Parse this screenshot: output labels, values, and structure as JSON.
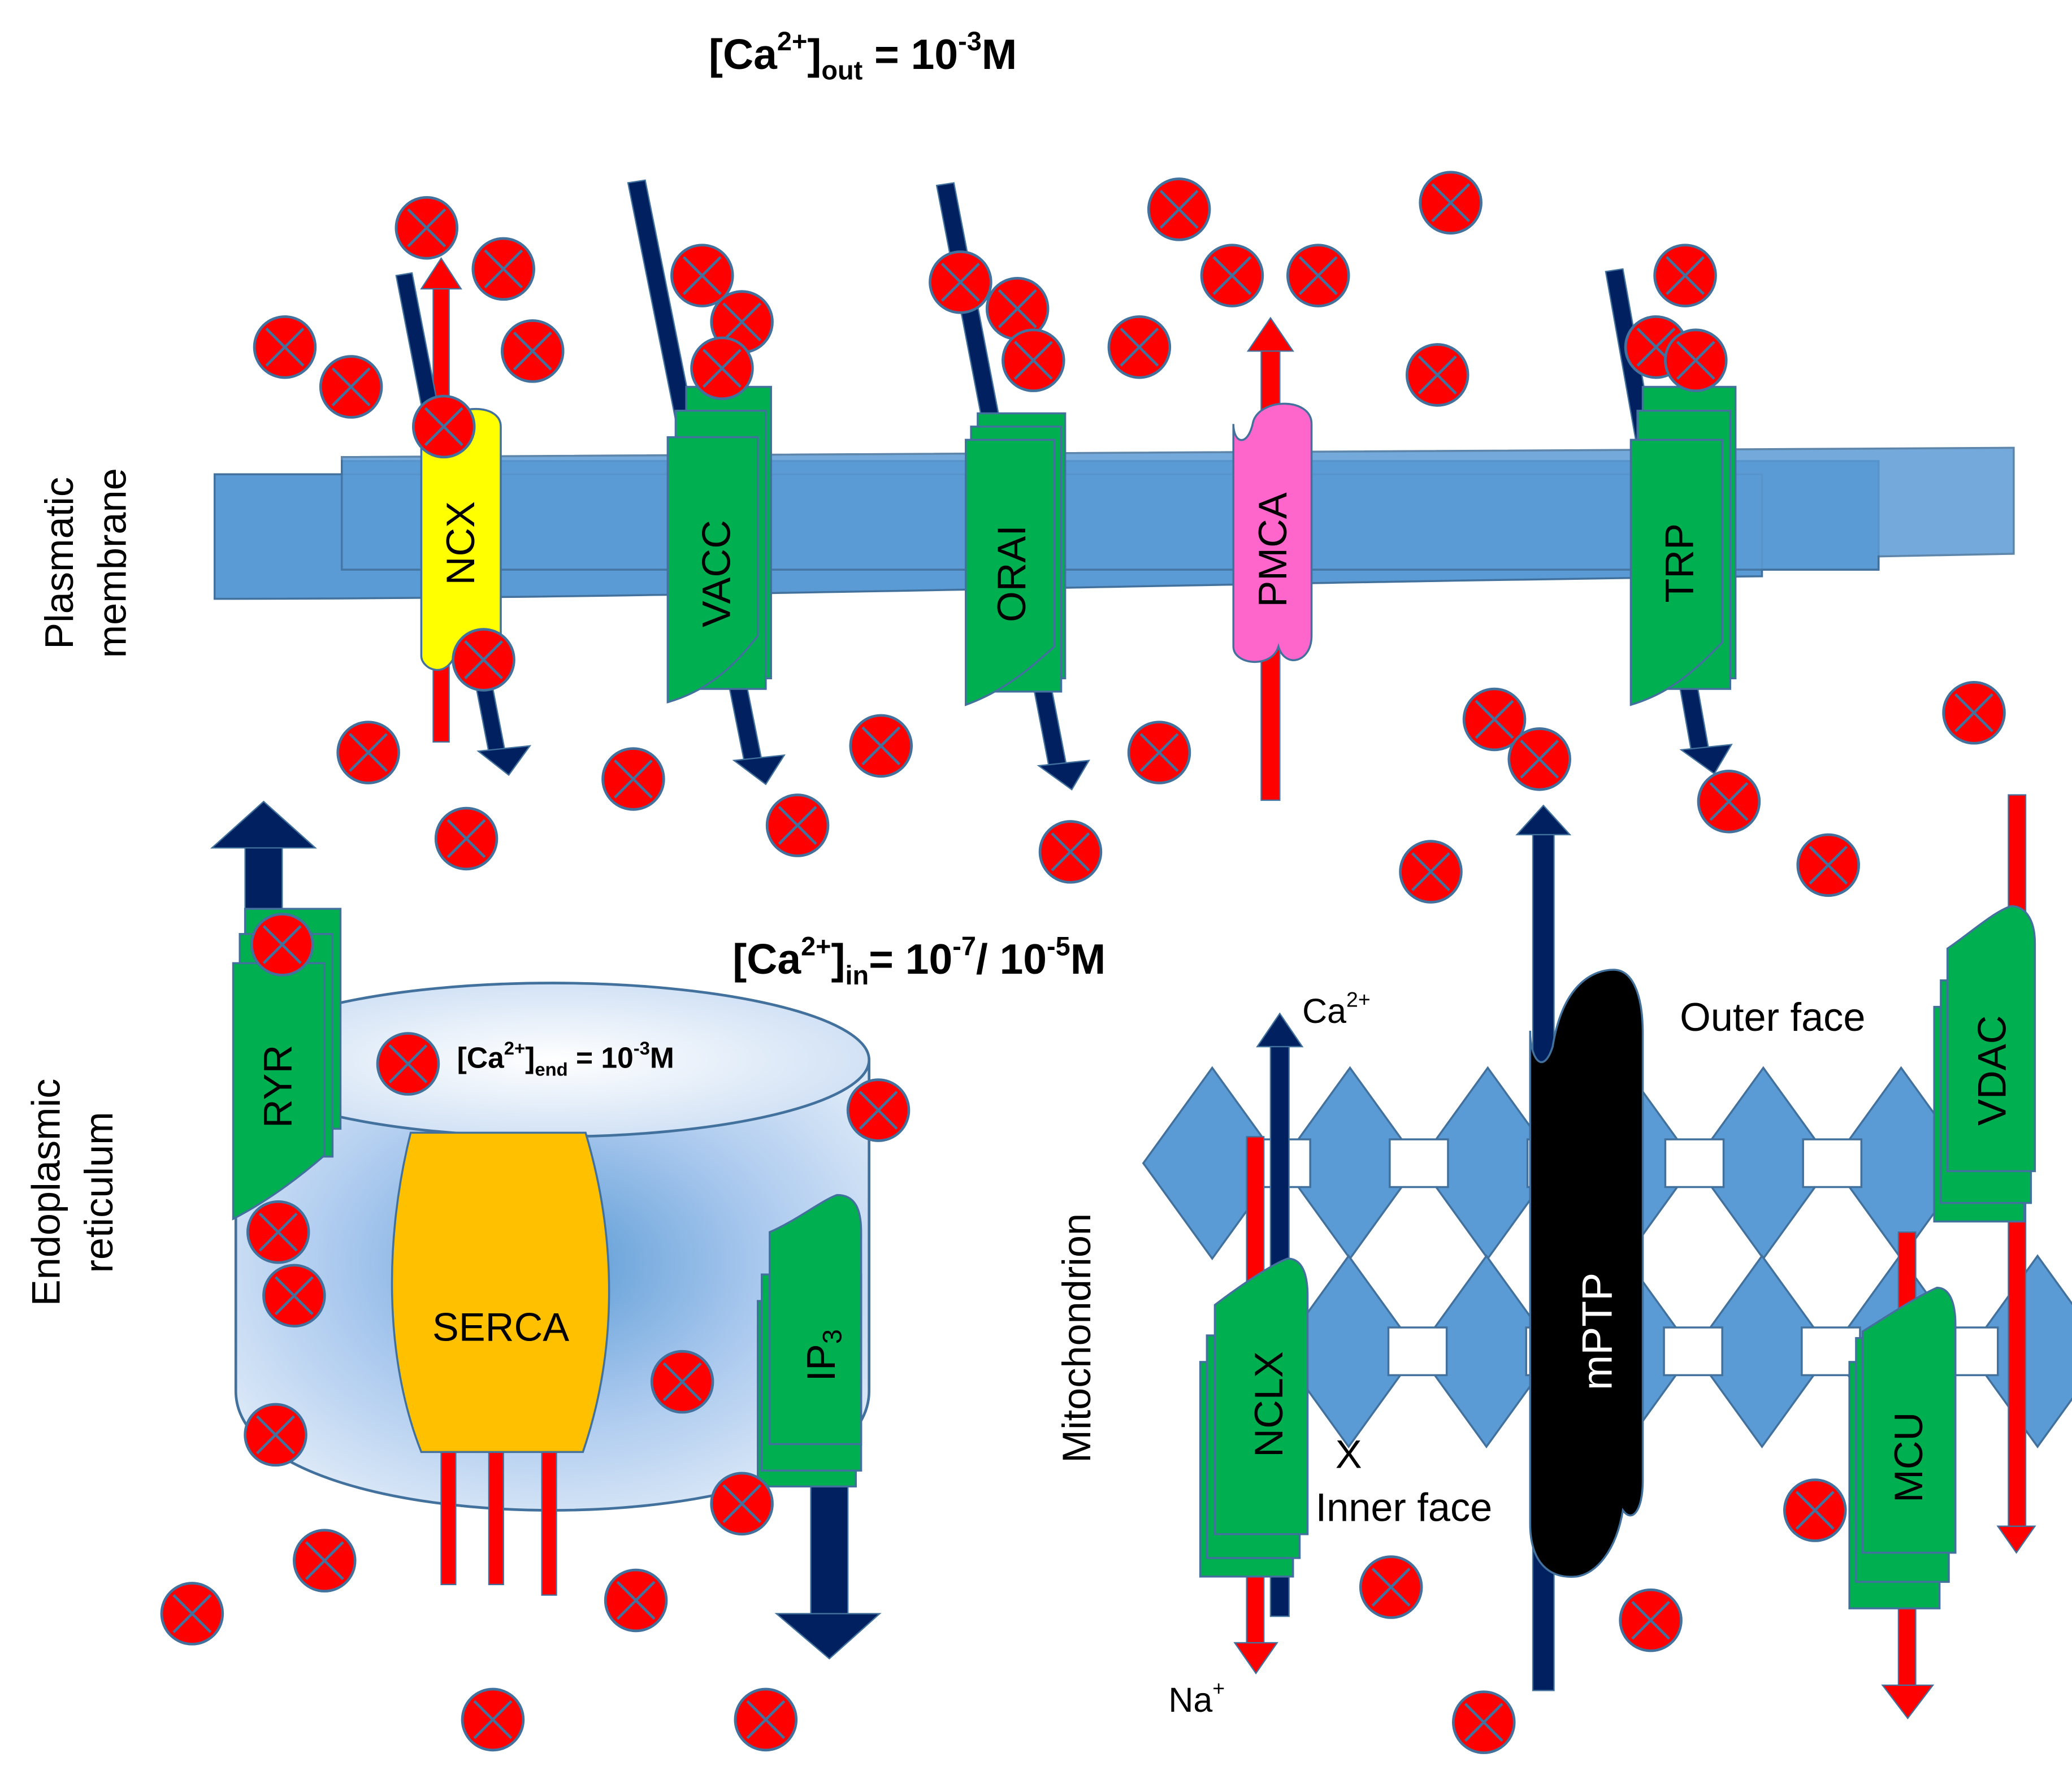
{
  "concentration_labels": {
    "out": {
      "base": "[Ca",
      "sup": "2+",
      "bracket": "]",
      "sub": "out",
      "value": " = 10",
      "exp": "-3",
      "unit": "M"
    },
    "in": {
      "base": "[Ca",
      "sup": "2+",
      "bracket": "]",
      "sub": "in",
      "value": "= 10",
      "exp": "-7",
      "mid": "/ 10",
      "exp2": "-5",
      "unit": "M"
    },
    "end": {
      "base": "[Ca",
      "sup": "2+",
      "bracket": "]",
      "sub": "end",
      "value": " = 10",
      "exp": "-3",
      "unit": "M"
    }
  },
  "compartments": {
    "plasma_membrane": [
      "Plasmatic",
      "membrane"
    ],
    "endoplasmic_reticulum": [
      "Endoplasmic",
      "reticulum"
    ],
    "mitochondrion": "Mitochondrion"
  },
  "proteins": {
    "ncx": "NCX",
    "vacc": "VACC",
    "orai": "ORAI",
    "pmca": "PMCA",
    "trp": "TRP",
    "ryr": "RYR",
    "serca": "SERCA",
    "ip3": {
      "base": "IP",
      "sub": "3"
    },
    "nclx": "NCLX",
    "mptp": "mPTP",
    "vdac": "VDAC",
    "mcu": "MCU"
  },
  "mitochondria_labels": {
    "outer_face": "Outer face",
    "inner_face": "Inner face",
    "x_mark": "X",
    "ca_ion": {
      "base": "Ca",
      "sup": "2+"
    },
    "na_ion": {
      "base": "Na",
      "sup": "+"
    }
  },
  "colors": {
    "membrane": "#5b9bd5",
    "membrane_edge": "#41719c",
    "channel": "#00b050",
    "ncx": "#ffff00",
    "pmca": "#ff66cc",
    "serca": "#ffc000",
    "mptp": "#000000",
    "ion": "#ff0000",
    "arrow_navy": "#002060",
    "arrow_red": "#ff0000"
  }
}
